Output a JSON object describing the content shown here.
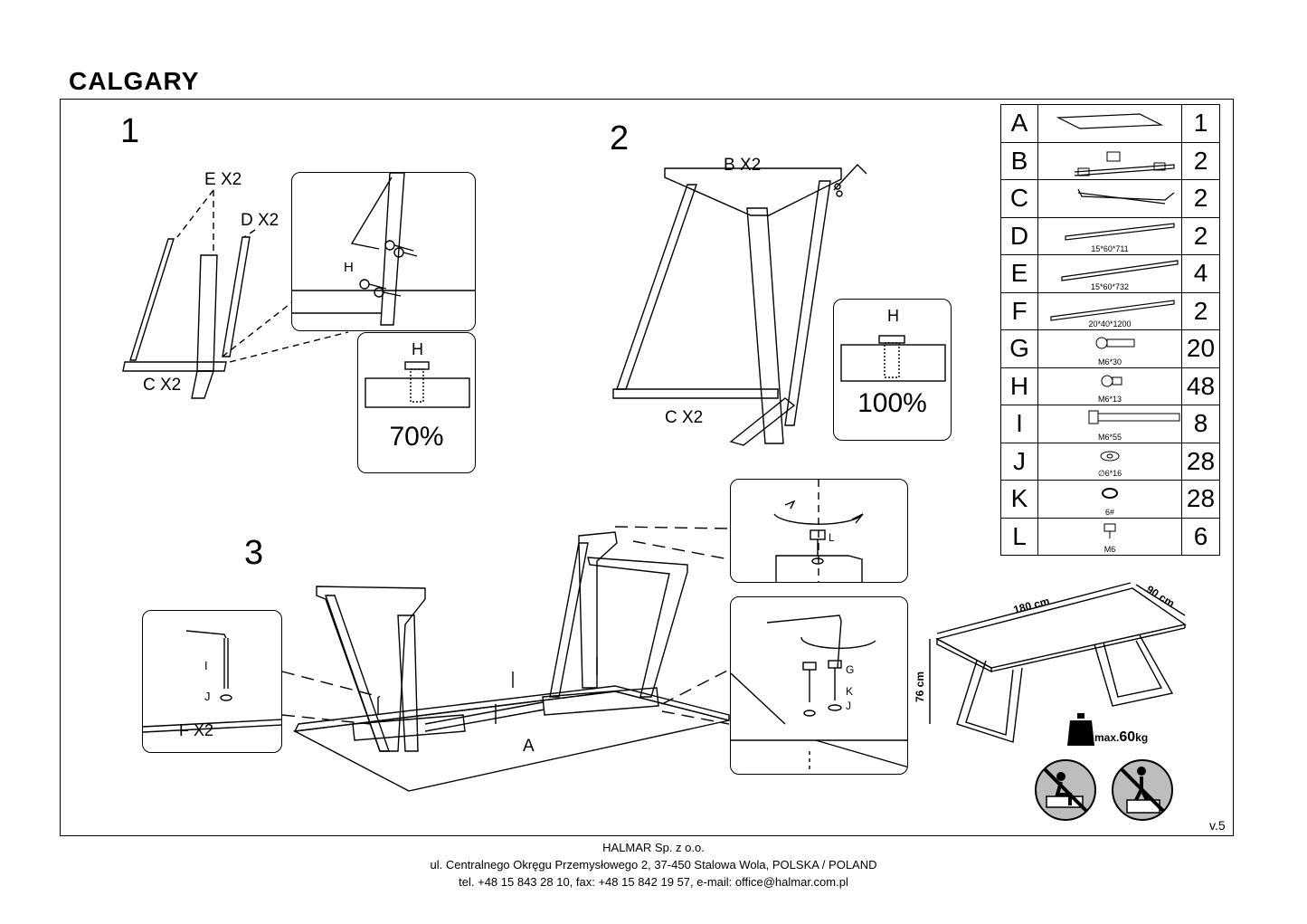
{
  "title": "CALGARY",
  "steps": {
    "one": {
      "number": "1",
      "label_e": "E X2",
      "label_d": "D X2",
      "label_c": "C X2",
      "label_h": "H",
      "detail_h": "H",
      "torque": "70%"
    },
    "two": {
      "number": "2",
      "label_b": "B  X2",
      "label_c": "C X2",
      "detail_h": "H",
      "torque": "100%"
    },
    "three": {
      "number": "3",
      "label_a": "A",
      "label_f": "F X2",
      "label_i": "I",
      "label_j": "J",
      "label_l": "L",
      "label_g": "G",
      "label_k": "K",
      "label_j2": "J"
    }
  },
  "parts": [
    {
      "letter": "A",
      "dims": "",
      "qty": "1"
    },
    {
      "letter": "B",
      "dims": "",
      "qty": "2"
    },
    {
      "letter": "C",
      "dims": "",
      "qty": "2"
    },
    {
      "letter": "D",
      "dims": "15*60*711",
      "qty": "2"
    },
    {
      "letter": "E",
      "dims": "15*60*732",
      "qty": "4"
    },
    {
      "letter": "F",
      "dims": "20*40*1200",
      "qty": "2"
    },
    {
      "letter": "G",
      "dims": "M6*30",
      "qty": "20"
    },
    {
      "letter": "H",
      "dims": "M6*13",
      "qty": "48"
    },
    {
      "letter": "I",
      "dims": "M6*55",
      "qty": "8"
    },
    {
      "letter": "J",
      "dims": "∅6*16",
      "qty": "28"
    },
    {
      "letter": "K",
      "dims": "6#",
      "qty": "28"
    },
    {
      "letter": "L",
      "dims": "M6",
      "qty": "6"
    }
  ],
  "dimensions": {
    "length": "180 cm",
    "width": "90 cm",
    "height": "76 cm"
  },
  "max_load": {
    "prefix": "max.",
    "value": "60",
    "unit": "kg"
  },
  "version": "v.5",
  "footer": {
    "company": "HALMAR Sp. z o.o.",
    "address": "ul. Centralnego Okręgu Przemysłowego 2, 37-450 Stalowa Wola, POLSKA / POLAND",
    "contact": "tel. +48 15 843 28 10, fax: +48 15 842 19 57, e-mail: office@halmar.com.pl"
  }
}
